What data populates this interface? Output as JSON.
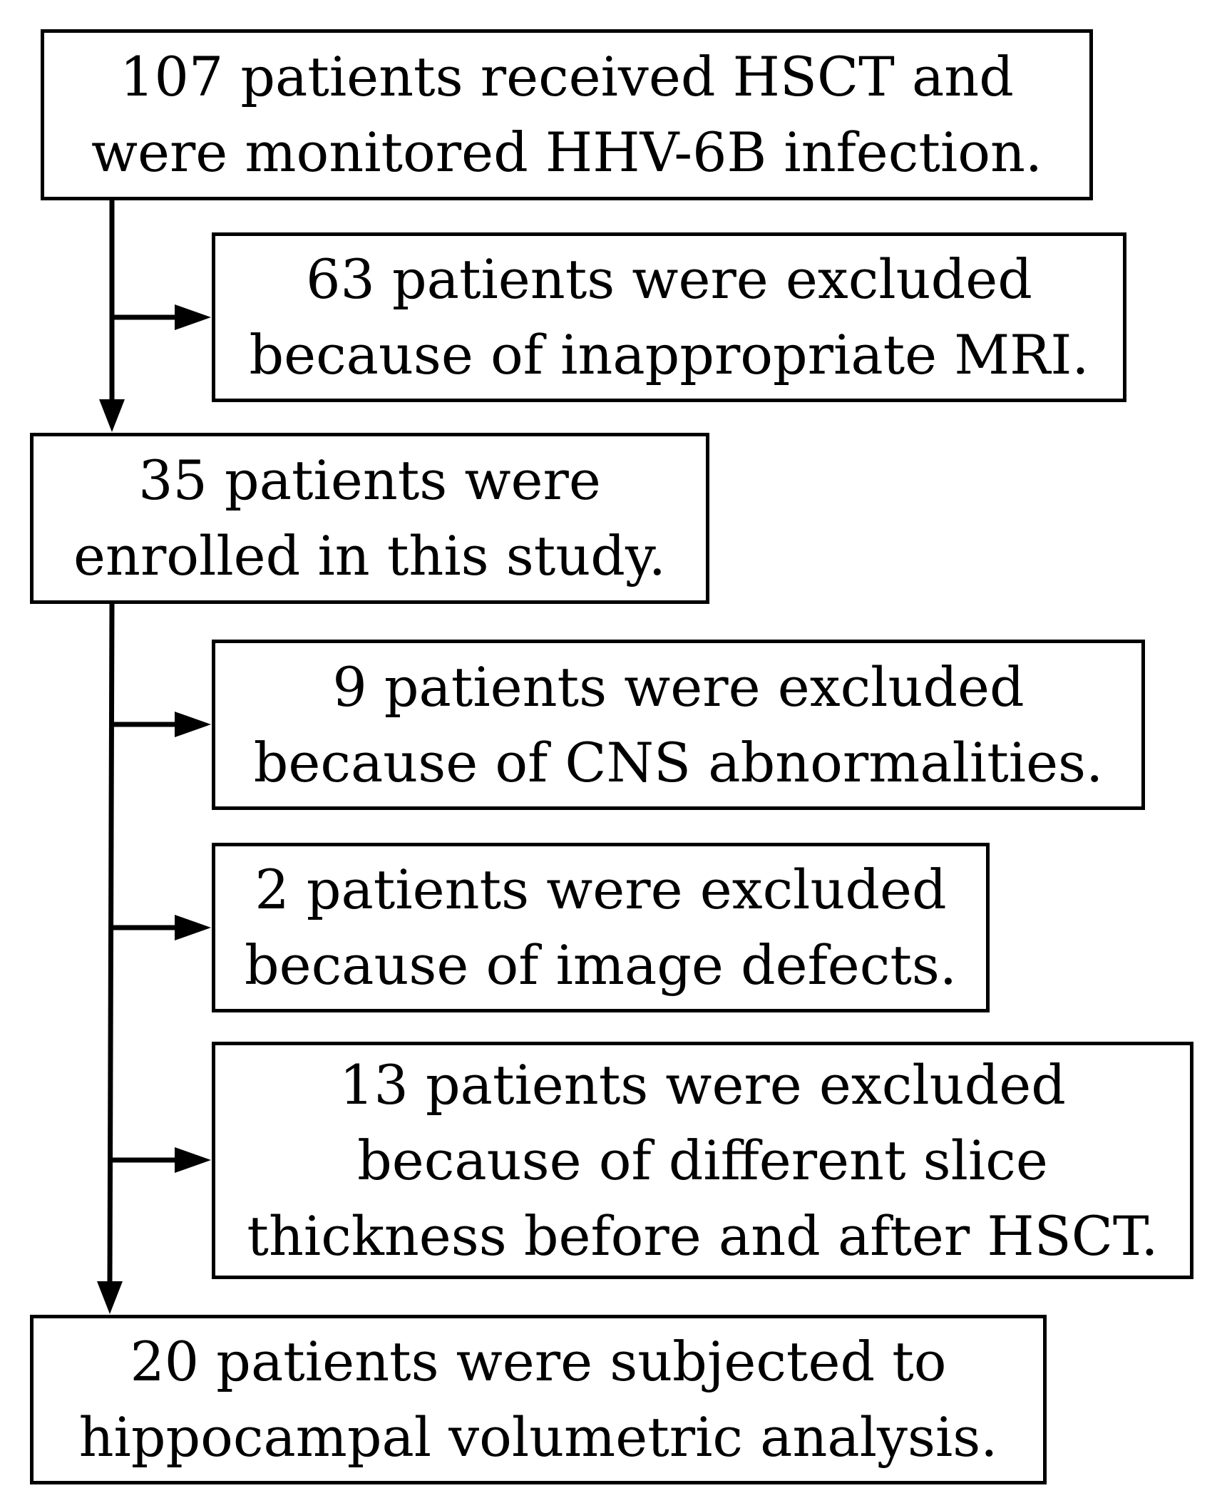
{
  "flowchart": {
    "steps": [
      {
        "lines": [
          "107 patients received HSCT and",
          "were monitored HHV-6B infection."
        ]
      },
      {
        "lines": [
          "63 patients were excluded",
          "because of inappropriate MRI."
        ]
      },
      {
        "lines": [
          "35 patients were",
          "enrolled in this study."
        ]
      },
      {
        "lines": [
          "9 patients were excluded",
          "because of CNS abnormalities."
        ]
      },
      {
        "lines": [
          "2 patients were excluded",
          "because of image defects."
        ]
      },
      {
        "lines": [
          "13 patients were excluded",
          "because of different slice",
          "thickness before and after HSCT."
        ]
      },
      {
        "lines": [
          "20 patients were subjected to",
          "hippocampal volumetric analysis."
        ]
      }
    ]
  },
  "colors": {
    "border": "#000000",
    "text": "#000000",
    "background": "#ffffff"
  }
}
